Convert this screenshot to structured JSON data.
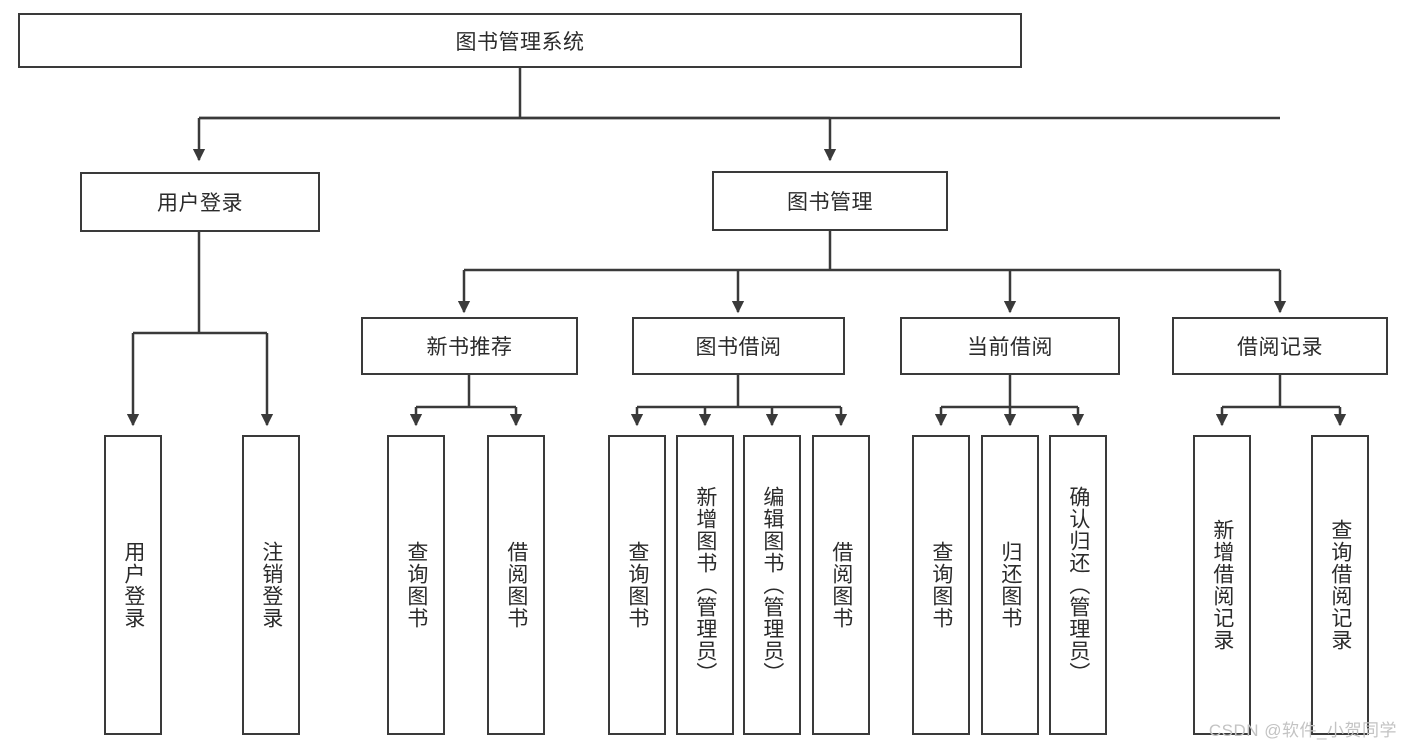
{
  "diagram": {
    "title": "图书管理系统",
    "type": "tree-hierarchy-chart",
    "root": {
      "label": "图书管理系统"
    },
    "level2": [
      {
        "label": "用户登录"
      },
      {
        "label": "图书管理"
      }
    ],
    "level3": [
      {
        "label": "新书推荐"
      },
      {
        "label": "图书借阅"
      },
      {
        "label": "当前借阅"
      },
      {
        "label": "借阅记录"
      }
    ],
    "leaves": {
      "user_login": [
        {
          "label": "用户登录"
        },
        {
          "label": "注销登录"
        }
      ],
      "new_book": [
        {
          "label": "查询图书"
        },
        {
          "label": "借阅图书"
        }
      ],
      "book_borrow": [
        {
          "label": "查询图书"
        },
        {
          "label": "新增图书（管理员）"
        },
        {
          "label": "编辑图书（管理员）"
        },
        {
          "label": "借阅图书"
        }
      ],
      "current_borrow": [
        {
          "label": "查询图书"
        },
        {
          "label": "归还图书"
        },
        {
          "label": "确认归还（管理员）"
        }
      ],
      "borrow_record": [
        {
          "label": "新增借阅记录"
        },
        {
          "label": "查询借阅记录"
        }
      ]
    }
  },
  "watermark": {
    "text": "CSDN @软件_小贺同学"
  },
  "colors": {
    "border": "#3a3a3a",
    "text": "#2b2b2b",
    "background": "#ffffff",
    "watermark": "#c3c3c3"
  }
}
